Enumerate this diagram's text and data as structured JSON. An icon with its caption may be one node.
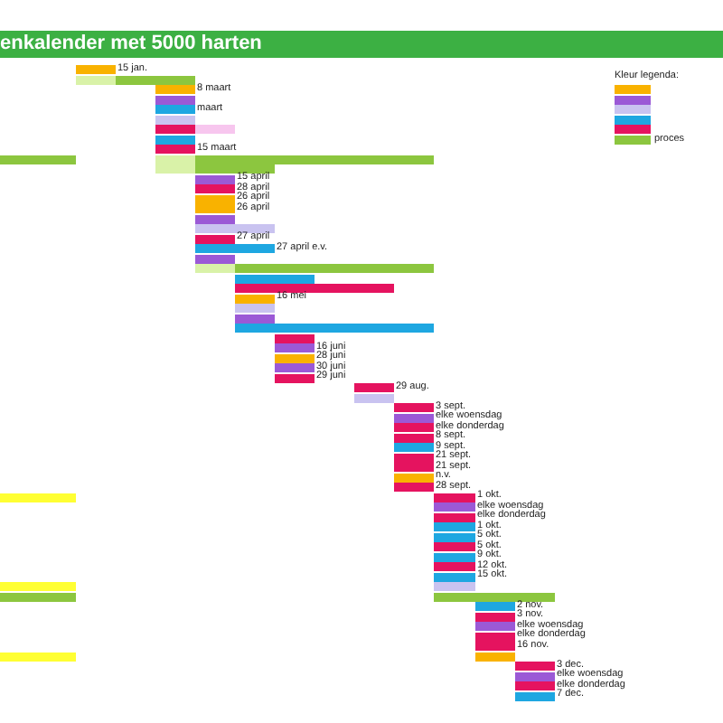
{
  "diagram": {
    "title": "enkalender met 5000 harten",
    "labels": [
      "15 jan.",
      "8 maart",
      "maart",
      "15 maart",
      "15 april",
      "28 april",
      "26 april",
      "26 april",
      "27 april",
      "27 april e.v.",
      "16 mei",
      "16 juni",
      "28 juni",
      "30 juni",
      "29 juni",
      "29 aug.",
      "3 sept.",
      "elke woensdag",
      "elke donderdag",
      "8 sept.",
      "9 sept.",
      "21 sept.",
      "21 sept.",
      "n.v.",
      "28 sept.",
      "1 okt.",
      "elke woensdag",
      "elke donderdag",
      "1 okt.",
      "5 okt.",
      "5 okt.",
      "9 okt.",
      "12 okt.",
      "15 okt.",
      "2 nov.",
      "3 nov.",
      "elke woensdag",
      "elke donderdag",
      "16 nov.",
      "3 dec.",
      "elke woensdag",
      "elke donderdag",
      "7 dec.",
      "Kleur legenda:"
    ],
    "legend": [
      {
        "text": "proces",
        "color": "#8cc63f"
      }
    ]
  }
}
